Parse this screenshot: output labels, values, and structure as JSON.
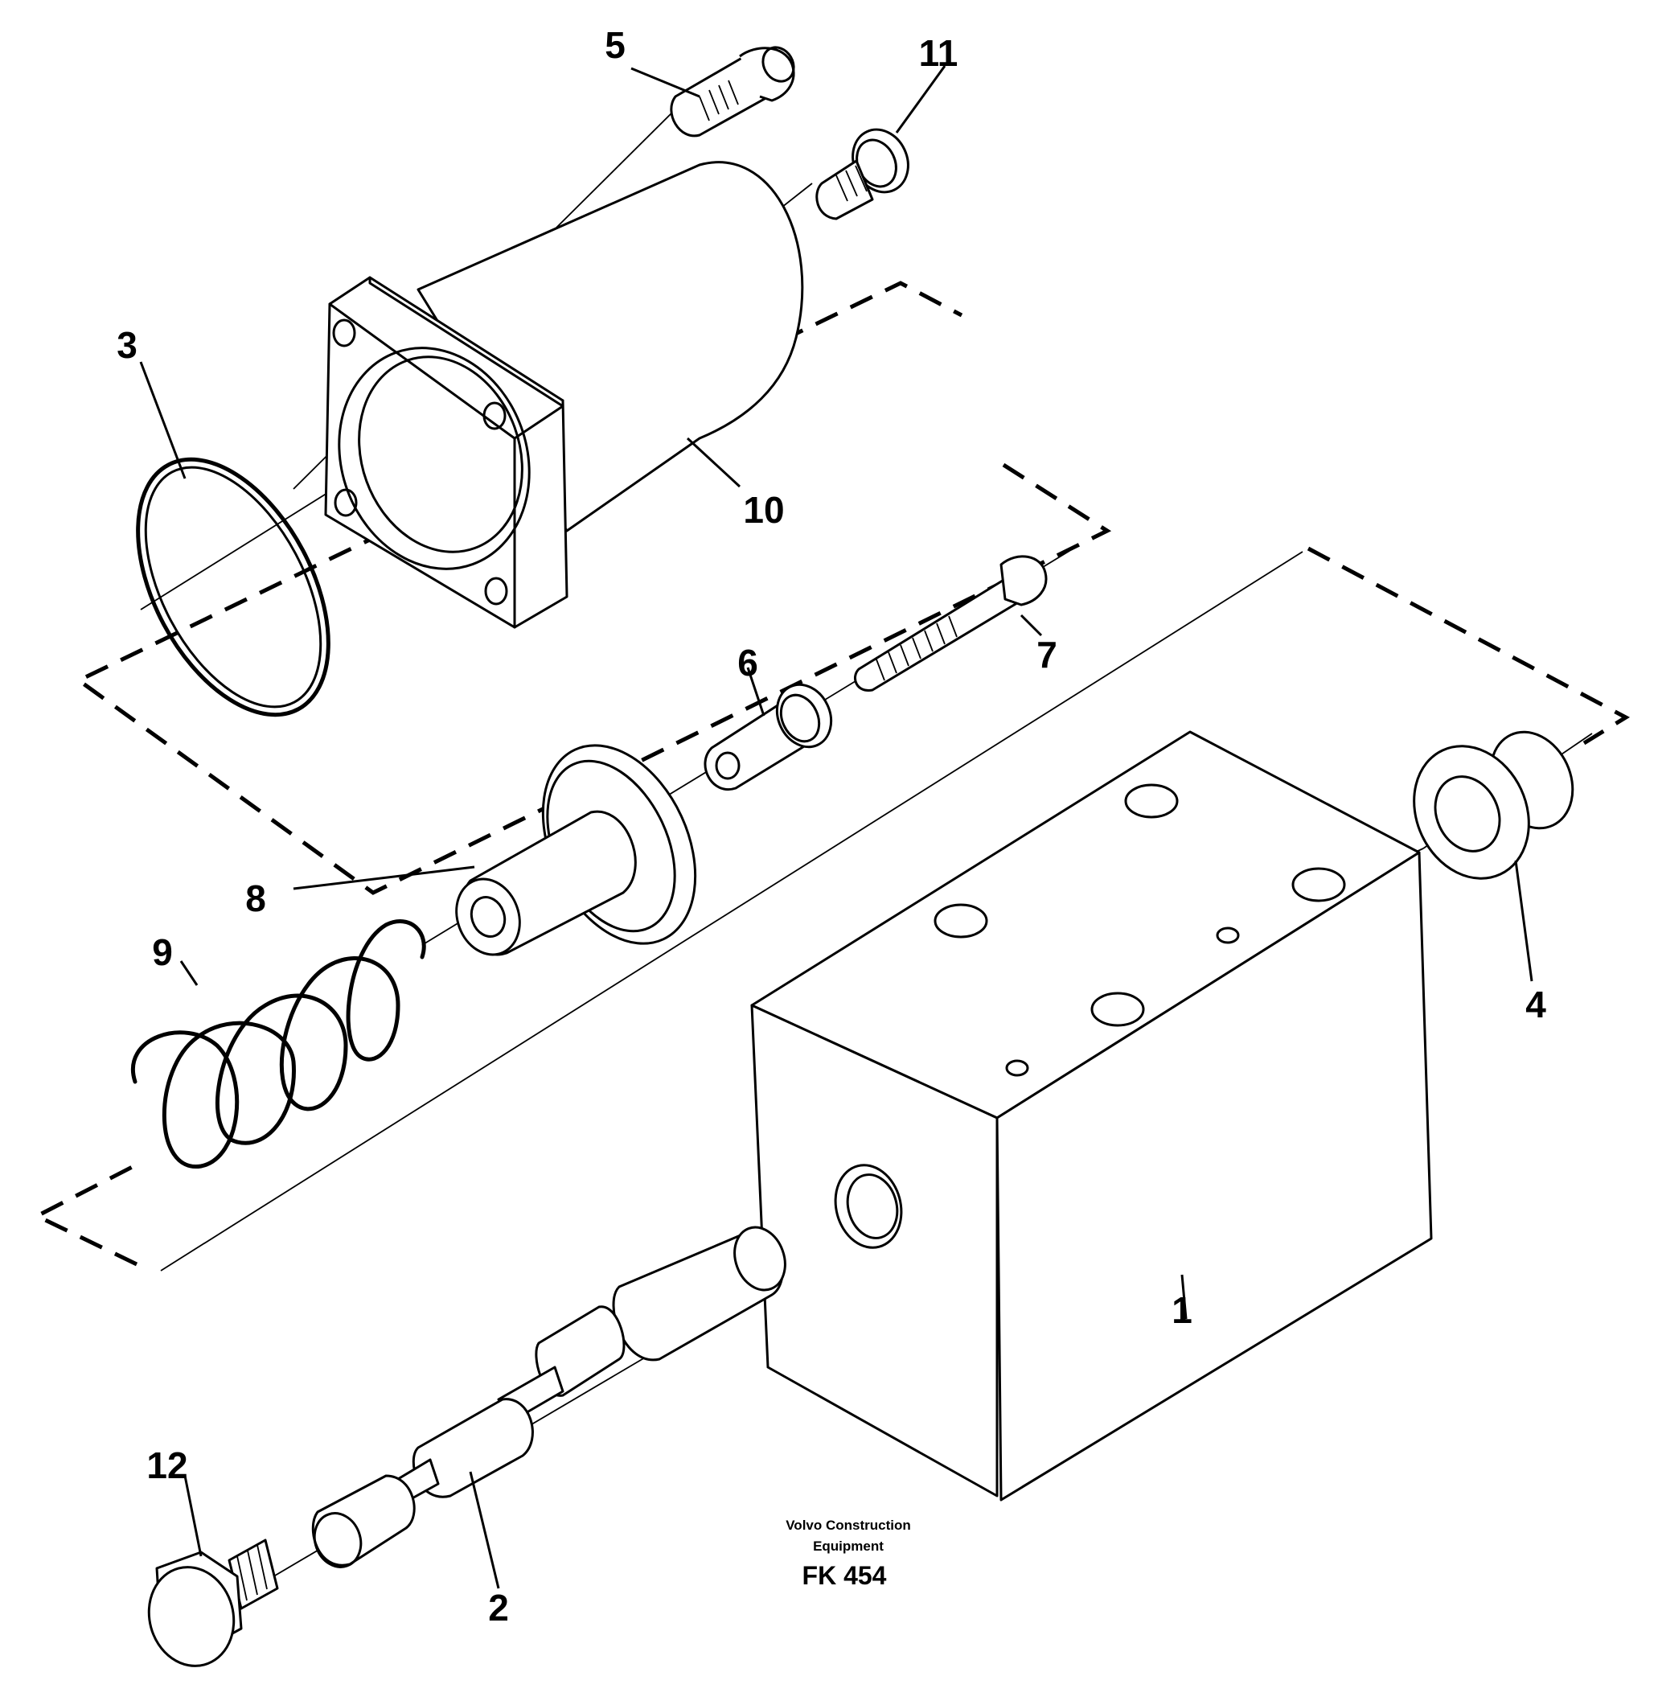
{
  "diagram": {
    "labels": {
      "p1": "1",
      "p2": "2",
      "p3": "3",
      "p4": "4",
      "p5": "5",
      "p6": "6",
      "p7": "7",
      "p8": "8",
      "p9": "9",
      "p10": "10",
      "p11": "11",
      "p12": "12"
    },
    "footer": {
      "maker_line1": "Volvo Construction",
      "maker_line2": "Equipment",
      "figure_code": "FK 454"
    }
  }
}
